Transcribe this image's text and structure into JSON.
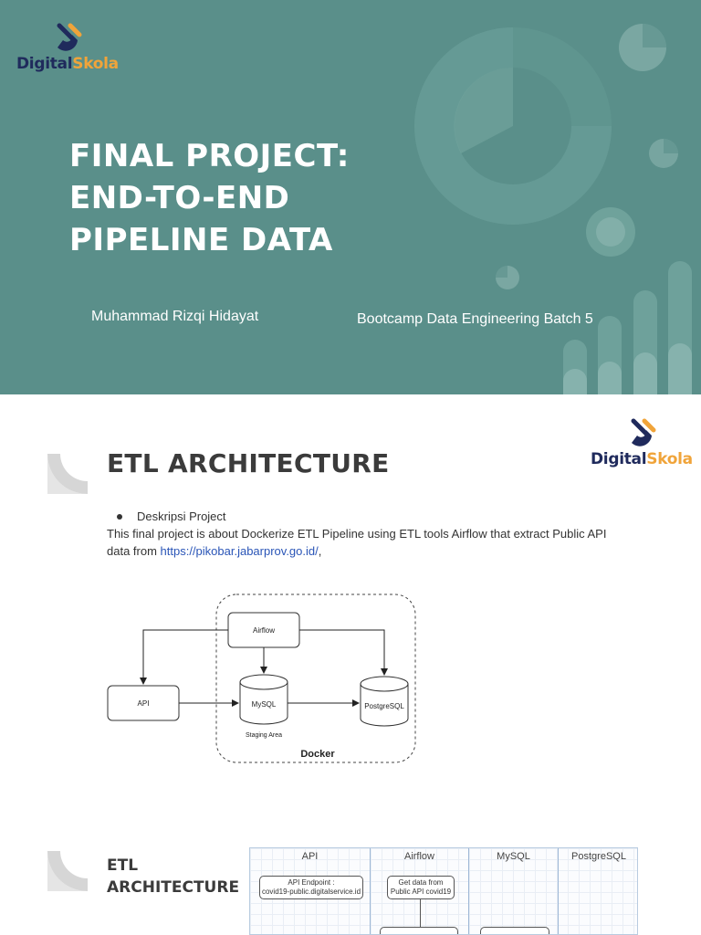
{
  "brand": {
    "logo_part1": "Digital",
    "logo_part2": "Skola",
    "navy": "#1f2a5c",
    "orange": "#f0a43a"
  },
  "slide1": {
    "background": "#5a8f8a",
    "title_lines": [
      "FINAL PROJECT:",
      "END-TO-END",
      "PIPELINE DATA"
    ],
    "author": "Muhammad Rizqi Hidayat",
    "batch": "Bootcamp Data Engineering Batch 5"
  },
  "slide2": {
    "title": "ETL ARCHITECTURE",
    "bullet": "Deskripsi Project",
    "description": "This final project is about Dockerize ETL Pipeline using ETL tools Airflow that extract Public API data from ",
    "link": "https://pikobar.jabarprov.go.id/",
    "link_suffix": ",",
    "diagram": {
      "airflow": "Airflow",
      "api": "API",
      "mysql": "MySQL",
      "postgresql": "PostgreSQL",
      "staging": "Staging Area",
      "docker": "Docker"
    }
  },
  "slide3": {
    "title_line1": "ETL",
    "title_line2": "ARCHITECTURE",
    "lanes": [
      "API",
      "Airflow",
      "MySQL",
      "PostgreSQL"
    ],
    "api_box": [
      "API Endpoint :",
      "covid19-public.digitalservice.id"
    ],
    "airflow_box": [
      "Get data from",
      "Public API covid19"
    ]
  }
}
